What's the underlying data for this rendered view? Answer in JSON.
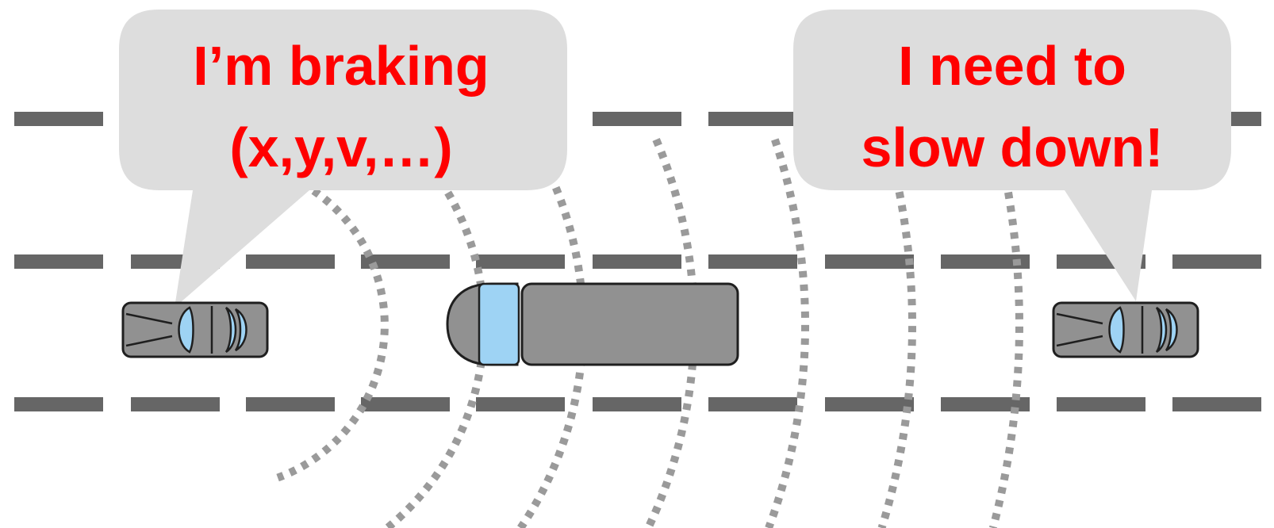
{
  "colors": {
    "background": "#ffffff",
    "lane_marking": "#666666",
    "vehicle_body": "#919191",
    "vehicle_outline": "#1f1f1f",
    "window_glass": "#9ed3f4",
    "signal_wave": "#9a9a9a",
    "bubble_fill": "#dddddd",
    "bubble_text": "#ff0000"
  },
  "bubbles": {
    "left": {
      "line1": "I’m braking",
      "line2": "(x,y,v,…)"
    },
    "right": {
      "line1": "I need to",
      "line2": "slow down!"
    }
  },
  "icons": {
    "rear_car": "car-top-view-icon",
    "truck": "truck-top-view-icon",
    "front_car": "car-top-view-icon",
    "broadcast": "wireless-signal-waves-icon"
  }
}
